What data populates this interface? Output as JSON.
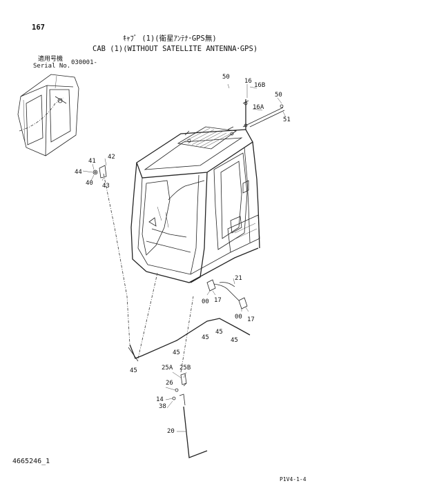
{
  "header": {
    "page_number": "167",
    "title_jp": "ｷｬﾌﾞ (1)(衛星ｱﾝﾃﾅ･GPS無)",
    "title_en": "CAB (1)(WITHOUT SATELLITE ANTENNA･GPS)",
    "serial_label_jp": "適用号機",
    "serial_label_en": "Serial No.",
    "serial_value": "030001-"
  },
  "footer": {
    "drawing_number": "4665246_1",
    "page_code": "P1V4-1-4"
  },
  "callouts": {
    "c50a": "50",
    "c16": "16",
    "c16b": "16B",
    "c50b": "50",
    "c16a": "16A",
    "c51": "51",
    "c42": "42",
    "c41": "41",
    "c44": "44",
    "c40": "40",
    "c43": "43",
    "c21": "21",
    "c00a": "00",
    "c17a": "17",
    "c00b": "00",
    "c17b": "17",
    "c45a": "45",
    "c45b": "45",
    "c45c": "45",
    "c45d": "45",
    "c45e": "45",
    "c25a": "25A",
    "c25b": "25B",
    "c26": "26",
    "c14": "14",
    "c38": "38",
    "c20": "20"
  }
}
